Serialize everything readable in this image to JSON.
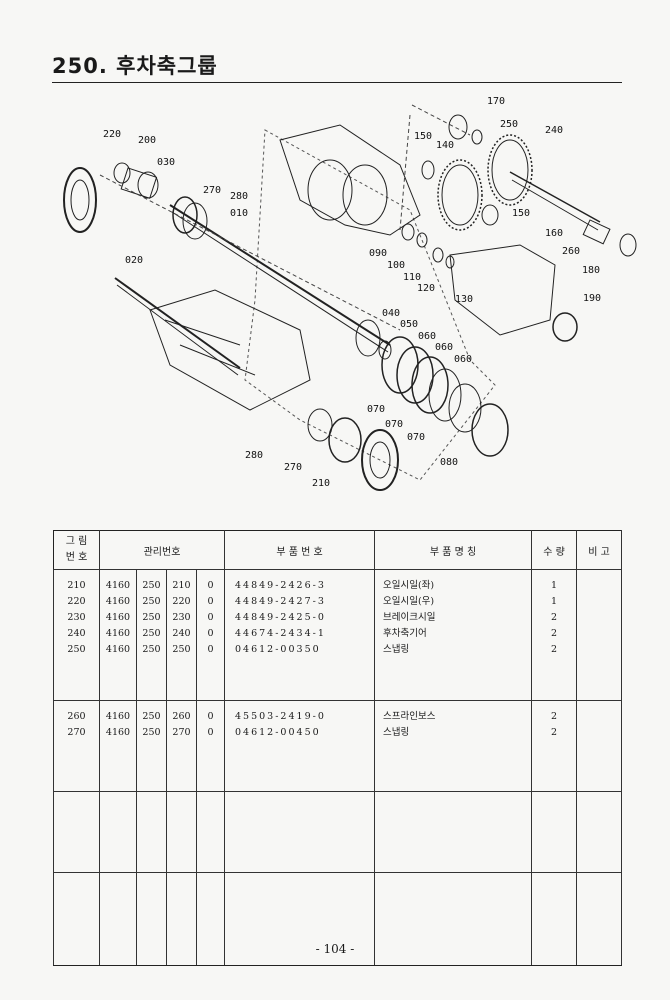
{
  "title": "250. 후차축그룹",
  "diagram_labels": [
    "220",
    "200",
    "030",
    "270",
    "280",
    "010",
    "020",
    "170",
    "250",
    "240",
    "150",
    "140",
    "150",
    "160",
    "260",
    "180",
    "090",
    "100",
    "110",
    "120",
    "130",
    "190",
    "040",
    "050",
    "060",
    "060",
    "060",
    "070",
    "070",
    "070",
    "280",
    "270",
    "210",
    "080"
  ],
  "table": {
    "headers": {
      "ref": "그 림\n번 호",
      "mgmt": "관리번호",
      "part_no": "부 품 번 호",
      "part_name": "부 품 명 칭",
      "qty": "수 량",
      "remark": "비 고"
    },
    "groups": [
      {
        "rows": [
          {
            "ref": "210",
            "m1": "4160",
            "m2": "250",
            "m3": "210",
            "m4": "0",
            "part_no": "44849-2426-3",
            "name": "오일시일(좌)",
            "qty": "1"
          },
          {
            "ref": "220",
            "m1": "4160",
            "m2": "250",
            "m3": "220",
            "m4": "0",
            "part_no": "44849-2427-3",
            "name": "오일시일(우)",
            "qty": "1"
          },
          {
            "ref": "230",
            "m1": "4160",
            "m2": "250",
            "m3": "230",
            "m4": "0",
            "part_no": "44849-2425-0",
            "name": "브레이크시일",
            "qty": "2"
          },
          {
            "ref": "240",
            "m1": "4160",
            "m2": "250",
            "m3": "240",
            "m4": "0",
            "part_no": "44674-2434-1",
            "name": "후차축기어",
            "qty": "2"
          },
          {
            "ref": "250",
            "m1": "4160",
            "m2": "250",
            "m3": "250",
            "m4": "0",
            "part_no": "04612-00350",
            "name": "스냅링",
            "qty": "2"
          }
        ]
      },
      {
        "rows": [
          {
            "ref": "260",
            "m1": "4160",
            "m2": "250",
            "m3": "260",
            "m4": "0",
            "part_no": "45503-2419-0",
            "name": "스프라인보스",
            "qty": "2"
          },
          {
            "ref": "270",
            "m1": "4160",
            "m2": "250",
            "m3": "270",
            "m4": "0",
            "part_no": "04612-00450",
            "name": "스냅링",
            "qty": "2"
          }
        ]
      }
    ]
  },
  "page_number": "- 104 -"
}
